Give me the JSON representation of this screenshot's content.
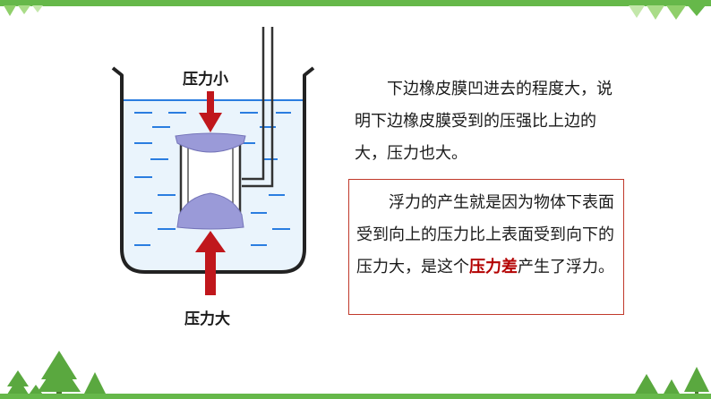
{
  "diagram": {
    "label_top": "压力小",
    "label_bottom": "压力大"
  },
  "text": {
    "paragraph1": "下边橡皮膜凹进去的程度大，说明下边橡皮膜受到的压强比上边的大，压力也大。",
    "paragraph2_pre": "浮力的产生就是因为物体下表面受到向上的压力比上表面受到向下的压力大，是这个",
    "paragraph2_highlight": "压力差",
    "paragraph2_post": "产生了浮力。"
  },
  "colors": {
    "accent_green": "#66b84a",
    "water_blue": "#2a7de0",
    "membrane": "#9a9ad8",
    "arrow_red": "#c0171c",
    "highlight_red": "#b30000"
  }
}
